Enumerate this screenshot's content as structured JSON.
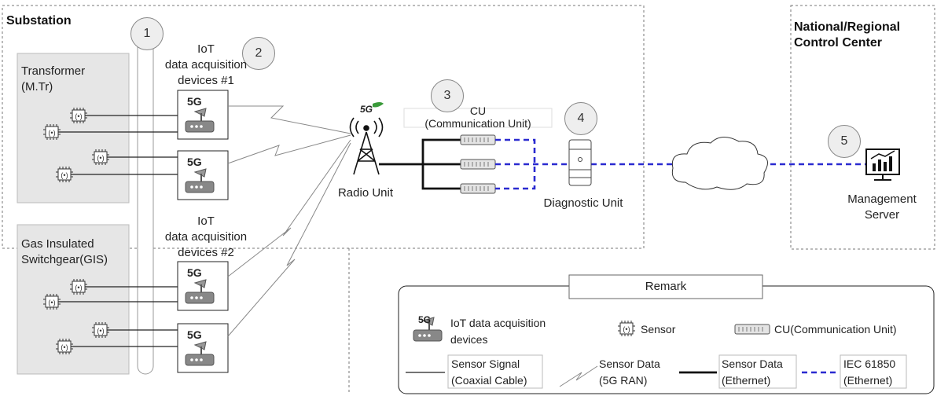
{
  "regions": {
    "substation": "Substation",
    "control_center": [
      "National/Regional",
      "Control Center"
    ]
  },
  "equipment": {
    "transformer": [
      "Transformer",
      "(M.Tr)"
    ],
    "gis": [
      "Gas Insulated",
      "Switchgear(GIS)"
    ]
  },
  "iot_groups": {
    "group1": [
      "IoT",
      "data acquisition",
      "devices #1"
    ],
    "group2": [
      "IoT",
      "data acquisition",
      "devices #2"
    ]
  },
  "numbers": [
    "1",
    "2",
    "3",
    "4",
    "5"
  ],
  "radio_unit": "Radio Unit",
  "five_g": "5G",
  "cu": [
    "CU",
    "(Communication Unit)"
  ],
  "diagnostic_unit": "Diagnostic Unit",
  "management_server": [
    "Management",
    "Server"
  ],
  "remark": {
    "title": "Remark",
    "iot_devices": [
      "IoT data acquisition",
      "devices"
    ],
    "sensor": "Sensor",
    "cu": "CU(Communication Unit)",
    "sensor_signal": [
      "Sensor Signal",
      "(Coaxial Cable)"
    ],
    "sensor_data_ran": [
      "Sensor Data",
      "(5G RAN)"
    ],
    "sensor_data_eth": [
      "Sensor Data",
      "(Ethernet)"
    ],
    "iec": [
      "IEC 61850",
      "(Ethernet)"
    ]
  },
  "colors": {
    "dashed_link": "#2a2ad0",
    "panel_fill": "#e6e6e6",
    "accent_green": "#3a9a3a"
  }
}
